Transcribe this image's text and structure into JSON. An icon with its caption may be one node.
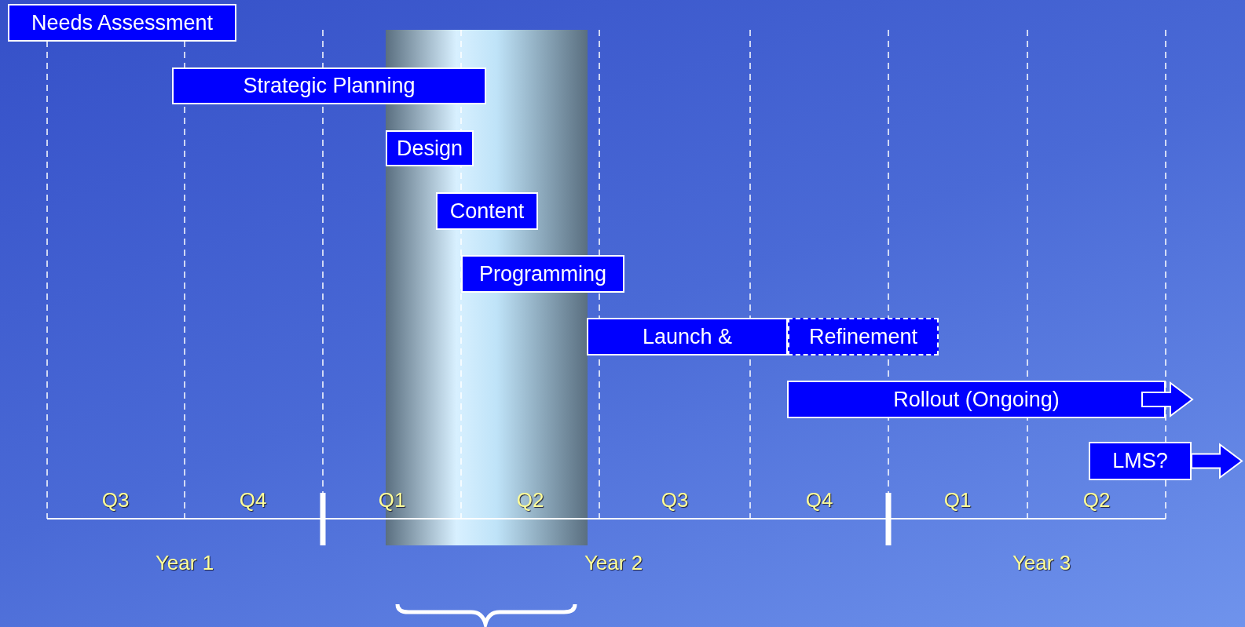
{
  "diagram": {
    "nodes": [
      {
        "text": [
          "Needs Assessment"
        ]
      },
      {
        "text": [
          "Strategic Planning"
        ]
      },
      {
        "text": [
          "Design"
        ]
      },
      {
        "text": [
          "Content"
        ]
      },
      {
        "text": [
          "Programming"
        ]
      },
      {
        "text": [
          "Launch &"
        ]
      },
      {
        "text": [
          "Refinement"
        ]
      },
      {
        "text": [
          "Rollout (Ongoing)"
        ]
      },
      {
        "text": [
          "LMS?"
        ]
      }
    ],
    "labels": [
      "Q3",
      "Q4",
      "Q1",
      "Q2",
      "Q3",
      "Q4",
      "Q1",
      "Q2",
      "Year 1",
      "Year 2",
      "Year 3"
    ]
  }
}
